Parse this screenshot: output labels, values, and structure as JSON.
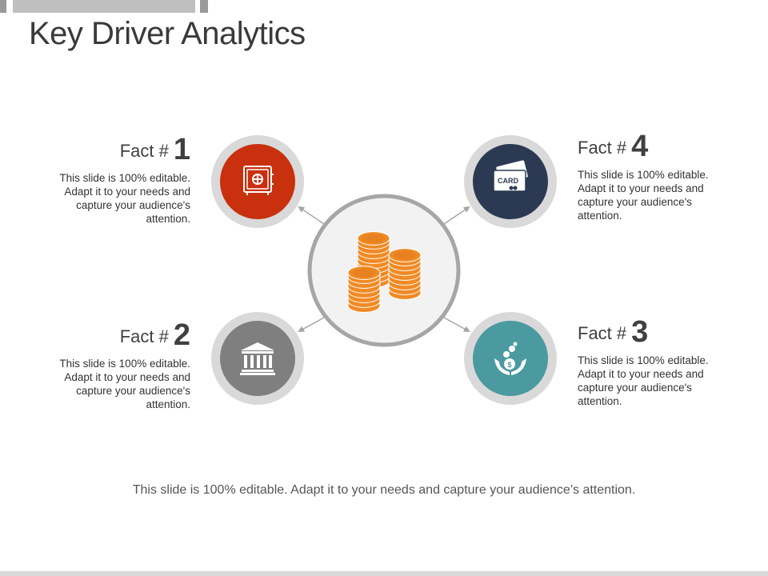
{
  "slide": {
    "title": "Key Driver Analytics",
    "footer": "This slide is 100% editable. Adapt it to your needs and capture your audience’s attention."
  },
  "facts": [
    {
      "label": "Fact #",
      "number": "1",
      "desc": "This slide is 100% editable. Adapt it to your needs and capture your audience's attention.",
      "icon": "safe-icon",
      "color": "#c8300e"
    },
    {
      "label": "Fact #",
      "number": "2",
      "desc": "This slide is 100% editable. Adapt it to your needs and capture your audience's attention.",
      "icon": "bank-icon",
      "color": "#7f7f7f"
    },
    {
      "label": "Fact #",
      "number": "3",
      "desc": "This slide is 100% editable. Adapt it to your needs and capture your audience's attention.",
      "icon": "money-hands-icon",
      "color": "#4a9aa0"
    },
    {
      "label": "Fact #",
      "number": "4",
      "desc": "This slide is 100% editable. Adapt it to your needs and capture your audience's attention.",
      "icon": "card-icon",
      "color": "#2b3a52"
    }
  ],
  "center": {
    "icon": "coins-icon",
    "color": "#f08a24"
  },
  "card_text": "CARD",
  "colors": {
    "ring": "#d9d9d9",
    "center_ring": "#a6a6a6",
    "center_fill": "#f2f2f2",
    "arrow": "#a6a6a6"
  }
}
